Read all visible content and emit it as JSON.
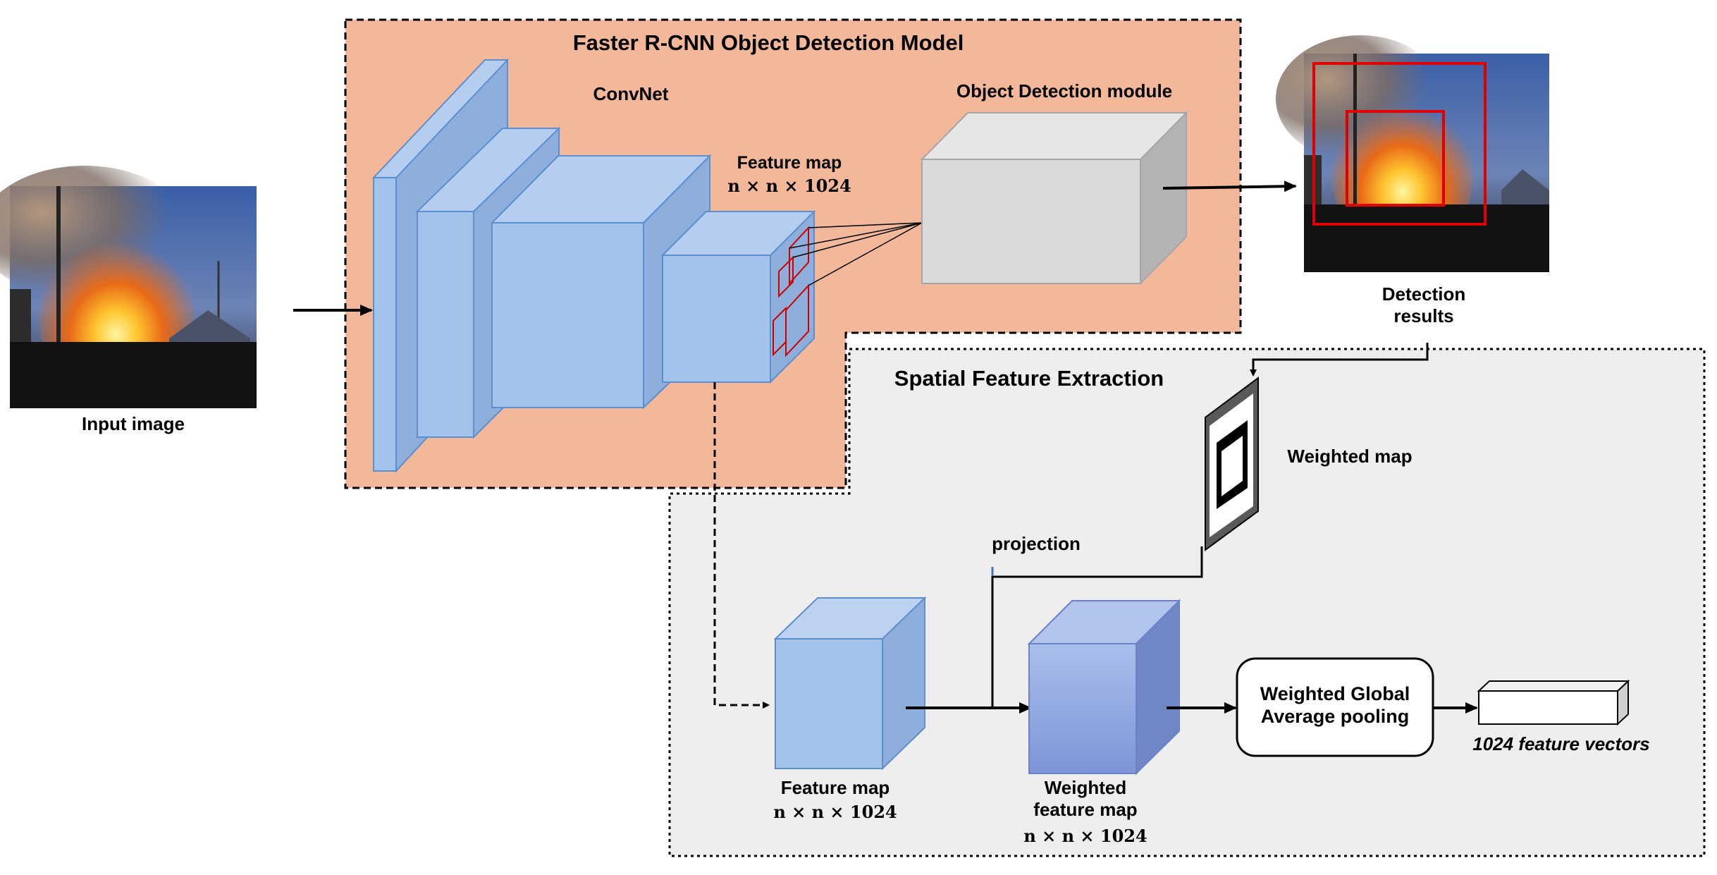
{
  "input_image": {
    "label": "Input image"
  },
  "faster_rcnn": {
    "title": "Faster R-CNN Object Detection Model",
    "convnet_label": "ConvNet",
    "feature_map_label": "Feature map",
    "feature_map_dims": "n × n × 1024",
    "object_detection_label": "Object Detection module"
  },
  "detection_results": {
    "label_line1": "Detection",
    "label_line2": "results"
  },
  "spatial": {
    "title": "Spatial Feature Extraction",
    "weighted_map_label": "Weighted map",
    "projection_label": "projection",
    "feature_map_label": "Feature map",
    "feature_map_dims": "n × n × 1024",
    "weighted_feature_map_line1": "Weighted",
    "weighted_feature_map_line2": "feature map",
    "weighted_feature_map_dims": "n × n × 1024",
    "pooling_line1": "Weighted Global",
    "pooling_line2": "Average pooling",
    "output_label": "1024 feature vectors"
  },
  "colors": {
    "top_panel": "#f3b79a",
    "bottom_panel": "#eeeeee",
    "cube_blue": "#a4c3ea",
    "cube_blue_dark": "#8eaedb",
    "detection_box": "#d9d9d9",
    "bbox_red": "#e00000"
  }
}
